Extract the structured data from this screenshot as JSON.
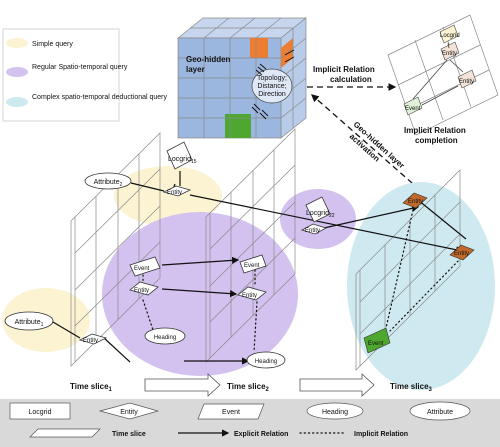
{
  "legend_top": [
    {
      "label": "Simple query",
      "color": "#fbf3d2"
    },
    {
      "label": "Regular Spatio-temporal query",
      "color": "#d3c1ef"
    },
    {
      "label": "Complex spatio-temporal deductional query",
      "color": "#cfe9f0"
    }
  ],
  "geo_layer": {
    "title_line1": "Geo-hidden",
    "title_line2": "layer",
    "center_lines": [
      "Topology;",
      "Distance;",
      "Direction"
    ],
    "colors": {
      "blue": "#9bb6df",
      "orange": "#ed7d31",
      "green": "#4ea72e"
    }
  },
  "relations": {
    "calc_line1": "Implicit Relation",
    "calc_line2": "calculation",
    "activation_line1": "Geo-hidden layer",
    "activation_line2": "activation",
    "completion_line1": "Implicit Relation",
    "completion_line2": "completion"
  },
  "mini_graph": {
    "nodes": [
      "Locgrid",
      "Entity",
      "Entity",
      "Event"
    ]
  },
  "nodes": {
    "locgrid_1": "Locgrid",
    "locgrid_1_sub": "15",
    "locgrid_2": "Locgrid",
    "locgrid_2_sub": "22",
    "attribute_2": "Attribute",
    "attribute_2_sub": "2",
    "attribute_1": "Attribute",
    "attribute_1_sub": "1",
    "entity": "Entity",
    "event": "Event",
    "heading": "Heading"
  },
  "time_slices": [
    {
      "label": "Time slice",
      "sub": "1"
    },
    {
      "label": "Time slice",
      "sub": "2"
    },
    {
      "label": "Time slice",
      "sub": "3"
    }
  ],
  "legend_bottom": {
    "locgrid": "Locgrid",
    "entity": "Entity",
    "event": "Event",
    "heading": "Heading",
    "attribute": "Attribute",
    "time_slice": "Time slice",
    "explicit": "Explicit Relation",
    "implicit": "Implicit  Relation",
    "background": "#d9d9d9"
  },
  "accent": {
    "orange": "#c0692a",
    "green": "#4ea72e"
  }
}
